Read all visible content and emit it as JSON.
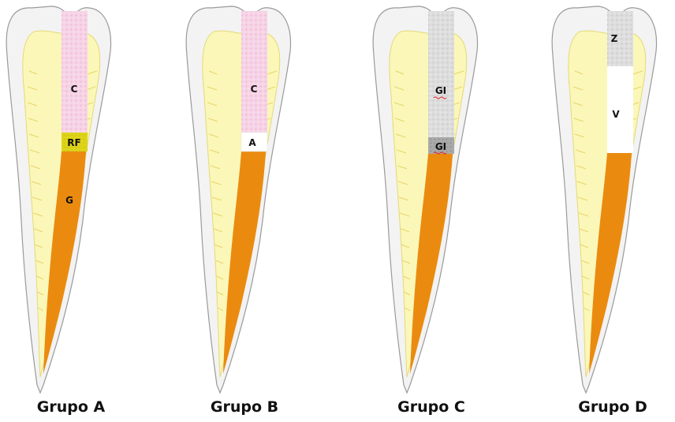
{
  "groups": [
    {
      "title": "Grupo A",
      "layers": [
        {
          "code": "C",
          "material": "pink"
        },
        {
          "code": "RF",
          "material": "yellow"
        },
        {
          "code": "G",
          "material": "orange"
        }
      ]
    },
    {
      "title": "Grupo B",
      "layers": [
        {
          "code": "C",
          "material": "pink"
        },
        {
          "code": "A",
          "material": "white"
        },
        {
          "code": "",
          "material": "orange"
        }
      ]
    },
    {
      "title": "Grupo C",
      "layers": [
        {
          "code": "GI",
          "material": "gray"
        },
        {
          "code": "GI",
          "material": "gray-dark"
        },
        {
          "code": "",
          "material": "orange"
        }
      ]
    },
    {
      "title": "Grupo D",
      "layers": [
        {
          "code": "Z",
          "material": "gray"
        },
        {
          "code": "V",
          "material": "white"
        },
        {
          "code": "",
          "material": "orange"
        }
      ]
    }
  ],
  "colors": {
    "enamel": "#f3f3f3",
    "dentin": "#fbf7b8",
    "gutta_percha": "#ea8b10",
    "composite": "#f6d3e6",
    "restorative_base": "#ddd41a",
    "glass_ionomer": "#dcdcdc",
    "glass_ionomer_dark": "#a9a9a9",
    "void": "#ffffff"
  }
}
